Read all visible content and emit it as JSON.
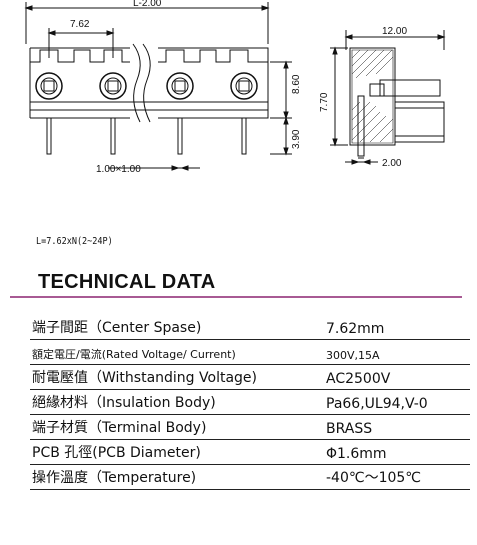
{
  "drawing": {
    "front_view": {
      "overall_length": "L-2.00",
      "pitch": "7.62",
      "height_body": "8.60",
      "pin_length": "3.90",
      "pin_size": "1.00×1.00"
    },
    "side_view": {
      "width": "12.00",
      "height": "7.70",
      "pin_offset": "2.00"
    }
  },
  "formula": "L=7.62xN(2~24P)",
  "title": "TECHNICAL DATA",
  "specs": [
    {
      "label": "端子間距（Center Spase)",
      "value": "7.62mm"
    },
    {
      "label": "額定電圧/電流(Rated Voltage/ Current)",
      "value": "300V,15A"
    },
    {
      "label": "耐電壓值（Withstanding Voltage)",
      "value": "AC2500V"
    },
    {
      "label": "絕緣材料（Insulation Body)",
      "value": "Pa66,UL94,V-0"
    },
    {
      "label": "端子材質（Terminal Body)",
      "value": "BRASS"
    },
    {
      "label": "PCB 孔徑(PCB Diameter)",
      "value": "Φ1.6mm"
    },
    {
      "label": "操作溫度（Temperature)",
      "value": "-40℃～105℃"
    }
  ]
}
